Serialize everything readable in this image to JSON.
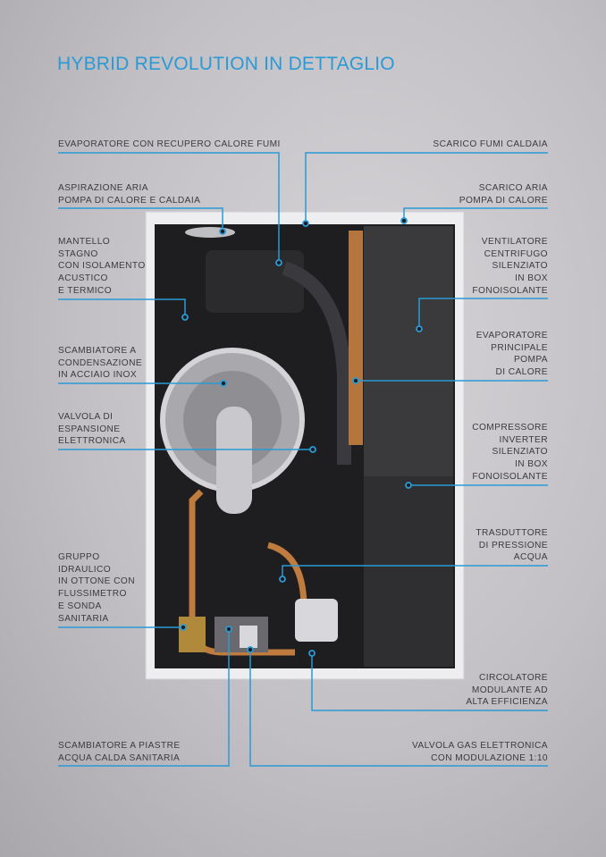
{
  "title": "HYBRID REVOLUTION IN DETTAGLIO",
  "labels_left": [
    "EVAPORATORE CON RECUPERO CALORE FUMI",
    "ASPIRAZIONE ARIA\nPOMPA DI CALORE E CALDAIA",
    "MANTELLO\nSTAGNO\nCON ISOLAMENTO\nACUSTICO\nE TERMICO",
    "SCAMBIATORE A\nCONDENSAZIONE\nIN ACCIAIO INOX",
    "VALVOLA DI\nESPANSIONE\nELETTRONICA",
    "GRUPPO\nIDRAULICO\nIN OTTONE CON\nFLUSSIMETRO\nE SONDA\nSANITARIA",
    "SCAMBIATORE A PIASTRE\nACQUA CALDA SANITARIA"
  ],
  "labels_right": [
    "SCARICO FUMI CALDAIA",
    "SCARICO ARIA\nPOMPA DI CALORE",
    "VENTILATORE\nCENTRIFUGO\nSILENZIATO\nIN BOX\nFONOISOLANTE",
    "EVAPORATORE\nPRINCIPALE\nPOMPA\nDI CALORE",
    "COMPRESSORE\nINVERTER\nSILENZIATO\nIN BOX\nFONOISOLANTE",
    "TRASDUTTORE\nDI PRESSIONE\nACQUA",
    "CIRCOLATORE\nMODULANTE AD\nALTA EFFICIENZA",
    "VALVOLA GAS ELETTRONICA\nCON MODULAZIONE 1:10"
  ],
  "colors": {
    "accent": "#2a9ad6",
    "text": "#3b3b40"
  }
}
